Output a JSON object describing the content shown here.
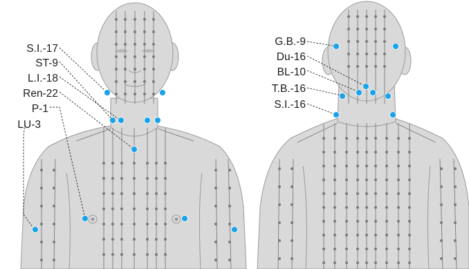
{
  "colors": {
    "highlight": "#1aa3e8",
    "body": "#d9d9d9",
    "outline": "#9a9a9a",
    "meridian": "#7a7a7a",
    "text": "#1a1a1a"
  },
  "front_labels": [
    "S.I.-17",
    "ST-9",
    "L.I.-18",
    "Ren-22",
    "P-1",
    "LU-3"
  ],
  "back_labels": [
    "G.B.-9",
    "Du-16",
    "BL-10",
    "T.B.-16",
    "S.I.-16"
  ]
}
